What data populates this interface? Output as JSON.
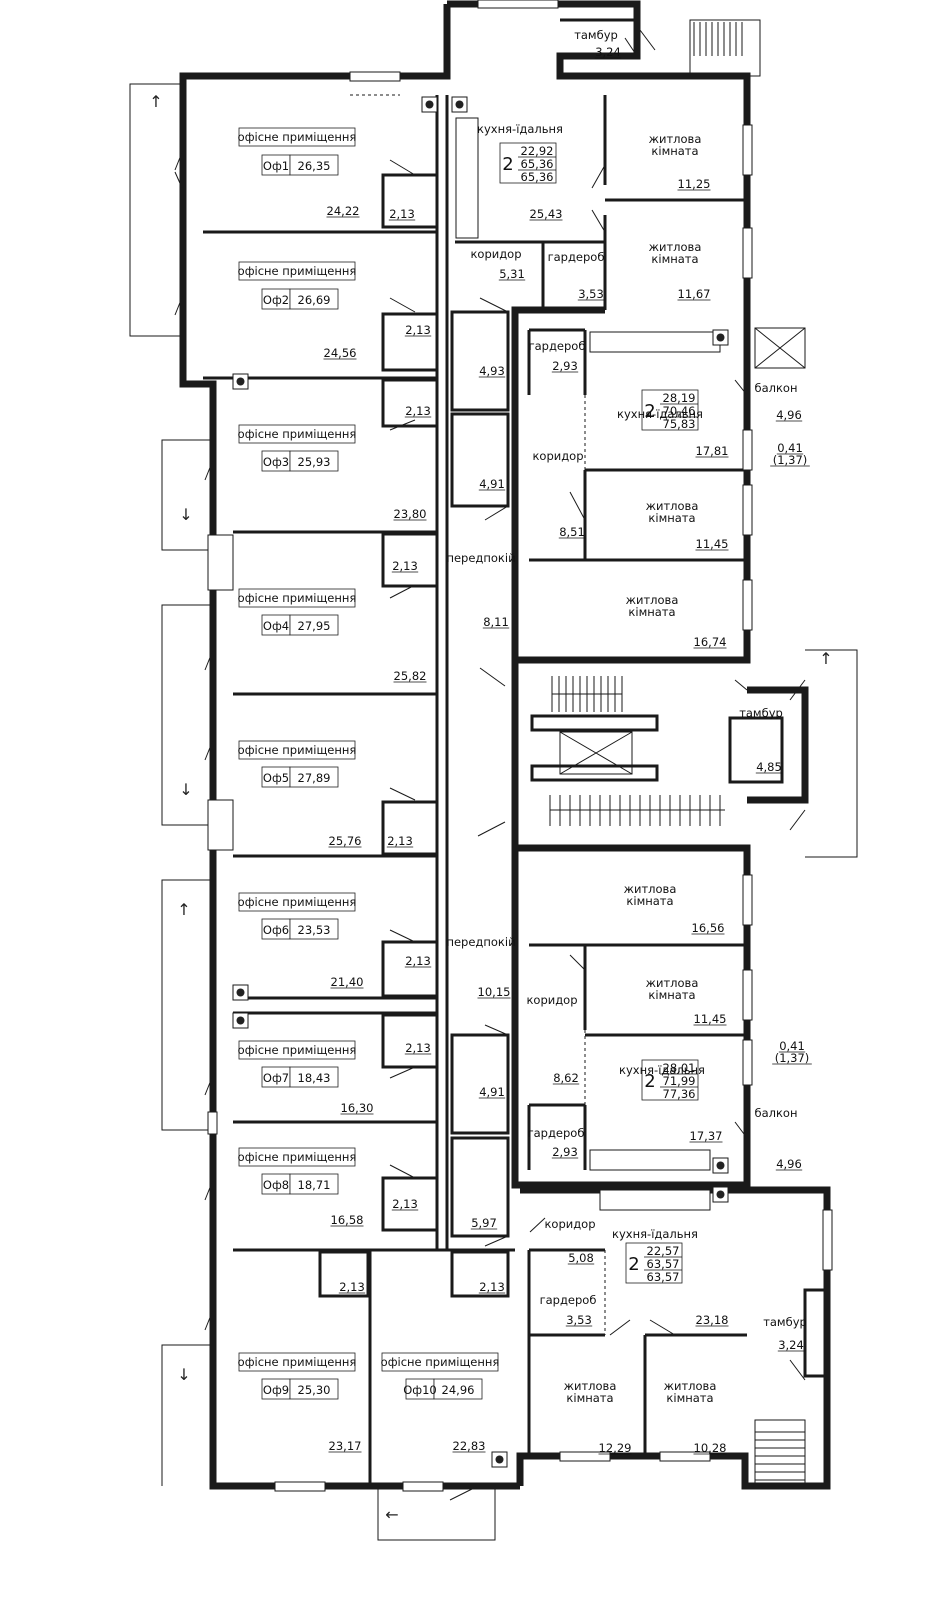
{
  "plan": {
    "offices": [
      {
        "id": "o1",
        "label": "офісне приміщення",
        "code": "Оф1",
        "total": "26,35",
        "main": "24,22",
        "wc": "2,13"
      },
      {
        "id": "o2",
        "label": "офісне приміщення",
        "code": "Оф2",
        "total": "26,69",
        "main": "24,56",
        "wc": "2,13"
      },
      {
        "id": "o3",
        "label": "офісне приміщення",
        "code": "Оф3",
        "total": "25,93",
        "main": "23,80",
        "wc": "2,13"
      },
      {
        "id": "o4",
        "label": "офісне приміщення",
        "code": "Оф4",
        "total": "27,95",
        "main": "25,82",
        "wc": "2,13"
      },
      {
        "id": "o5",
        "label": "офісне приміщення",
        "code": "Оф5",
        "total": "27,89",
        "main": "25,76",
        "wc": "2,13"
      },
      {
        "id": "o6",
        "label": "офісне приміщення",
        "code": "Оф6",
        "total": "23,53",
        "main": "21,40",
        "wc": "2,13"
      },
      {
        "id": "o7",
        "label": "офісне приміщення",
        "code": "Оф7",
        "total": "18,43",
        "main": "16,30",
        "wc": "2,13"
      },
      {
        "id": "o8",
        "label": "офісне приміщення",
        "code": "Оф8",
        "total": "18,71",
        "main": "16,58",
        "wc": "2,13"
      },
      {
        "id": "o9",
        "label": "офісне приміщення",
        "code": "Оф9",
        "total": "25,30",
        "main": "23,17",
        "wc": "2,13"
      },
      {
        "id": "o10",
        "label": "офісне приміщення",
        "code": "Оф10",
        "total": "24,96",
        "main": "22,83",
        "wc": "2,13"
      }
    ],
    "apartments": [
      {
        "id": "a1",
        "rooms": "2",
        "living": "22,92",
        "total": "65,36",
        "total2": "65,36"
      },
      {
        "id": "a2",
        "rooms": "2",
        "living": "28,19",
        "total": "70,46",
        "total2": "75,83"
      },
      {
        "id": "a3",
        "rooms": "2",
        "living": "28,01",
        "total": "71,99",
        "total2": "77,36"
      },
      {
        "id": "a4",
        "rooms": "2",
        "living": "22,57",
        "total": "63,57",
        "total2": "63,57"
      }
    ],
    "rooms": {
      "kitchen": "кухня-їдальня",
      "living": "житлова кімната",
      "living_l1": "житлова",
      "living_l2": "кімната",
      "corridor": "коридор",
      "wardrobe": "гардероб",
      "vestibule": "тамбур",
      "balcony": "балкон",
      "anteroom": "передпокій"
    },
    "areas": {
      "tambur_top": "3,24",
      "kitchen1": "25,43",
      "living1a": "11,25",
      "living1b": "11,67",
      "corridor1": "5,31",
      "wardrobe1": "3,53",
      "bath1": "4,93",
      "wardrobe2": "2,93",
      "kitchen2": "17,81",
      "balcony2": "4,96",
      "balcony2_small": "0,41",
      "balcony2_small2": "(1,37)",
      "bath2": "4,91",
      "corridor2": "8,51",
      "living2a": "11,45",
      "living2b": "16,74",
      "anteroom_top": "8,11",
      "tambur_mid": "4,85",
      "living3a": "16,56",
      "living3b": "11,45",
      "anteroom_bottom": "10,15",
      "corridor3": "8,62",
      "balcony3_small": "0,41",
      "balcony3_small2": "(1,37)",
      "bath3": "4,91",
      "wardrobe3": "2,93",
      "kitchen3": "17,37",
      "balcony3": "4,96",
      "bath4": "5,97",
      "corridor4": "5,08",
      "wardrobe4": "3,53",
      "kitchen4": "23,18",
      "tambur_bottom": "3,24",
      "living4a": "12,29",
      "living4b": "10,28"
    },
    "arrows": {
      "up": "↑",
      "down": "↓",
      "left": "←"
    }
  }
}
